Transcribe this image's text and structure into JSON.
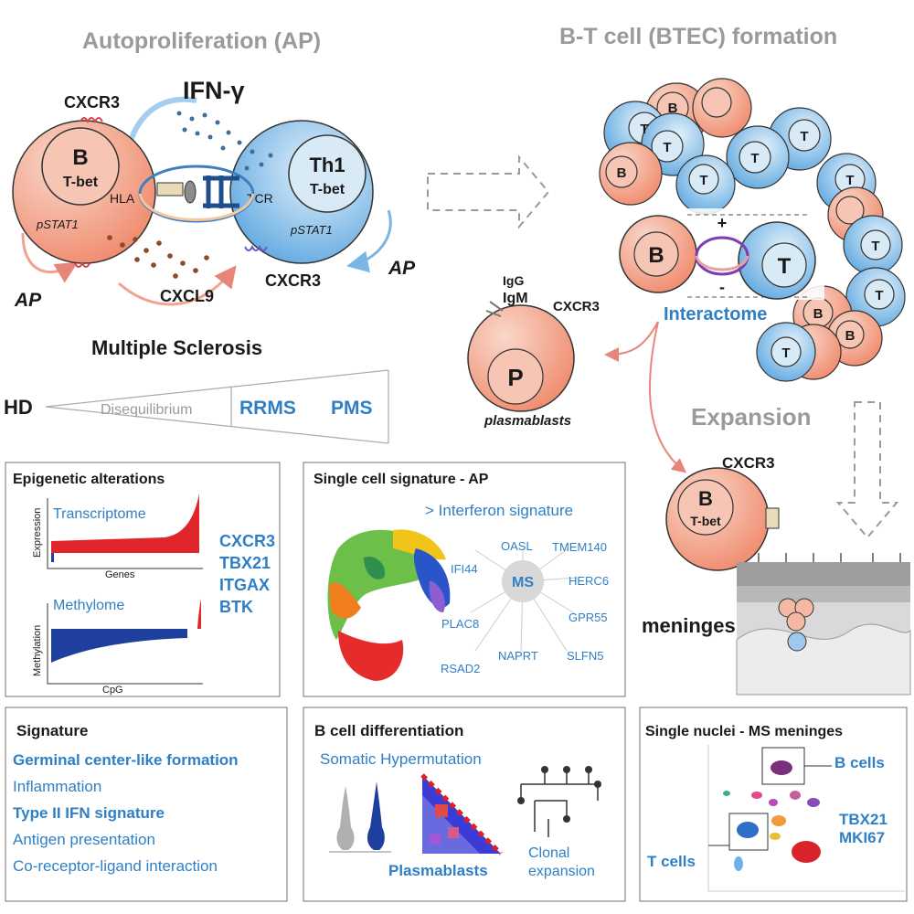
{
  "titles": {
    "ap": "Autoproliferation (AP)",
    "btec": "B-T cell (BTEC) formation",
    "expansion": "Expansion"
  },
  "ap_panel": {
    "ifn": "IFN-γ",
    "cxcr3_b": "CXCR3",
    "cxcr3_th1": "CXCR3",
    "cxcl9": "CXCL9",
    "b_label": "B",
    "b_tbet": "T-bet",
    "b_pstat": "pSTAT1",
    "hla": "HLA",
    "tcr": "TCR",
    "th1_label": "Th1",
    "th1_tbet": "T-bet",
    "th1_pstat": "pSTAT1",
    "ap_left": "AP",
    "ap_right": "AP"
  },
  "ms": {
    "title": "Multiple Sclerosis",
    "hd": "HD",
    "disequilibrium": "Disequilibrium",
    "rrms": "RRMS",
    "pms": "PMS"
  },
  "btec_panel": {
    "interactome": "Interactome",
    "plus": "+",
    "minus": "-",
    "b": "B",
    "t": "T",
    "cluster_b": "B",
    "cluster_t": "T"
  },
  "plasma": {
    "igg": "IgG",
    "igm": "IgM",
    "cxcr3": "CXCR3",
    "p": "P",
    "label": "plasmablasts"
  },
  "expansion_panel": {
    "cxcr3": "CXCR3",
    "b": "B",
    "tbet": "T-bet",
    "meninges": "meninges"
  },
  "epigenetic": {
    "title": "Epigenetic alterations",
    "transcriptome": "Transcriptome",
    "methylome": "Methylome",
    "y1": "Expression",
    "x1": "Genes",
    "y2": "Methylation",
    "x2": "CpG",
    "genes": [
      "CXCR3",
      "TBX21",
      "ITGAX",
      "BTK"
    ]
  },
  "single_cell": {
    "title": "Single cell signature - AP",
    "subtitle": "> Interferon signature",
    "center": "MS",
    "genes": [
      "IFI44",
      "OASL",
      "TMEM140",
      "HERC6",
      "GPR55",
      "SLFN5",
      "NAPRT",
      "RSAD2",
      "PLAC8"
    ]
  },
  "signature": {
    "title": "Signature",
    "items": [
      {
        "text": "Germinal center-like formation",
        "bold": true
      },
      {
        "text": "Inflammation",
        "bold": false
      },
      {
        "text": "Type II IFN signature",
        "bold": true
      },
      {
        "text": "Antigen presentation",
        "bold": false
      },
      {
        "text": "Co-receptor-ligand interaction",
        "bold": false
      }
    ]
  },
  "bcell": {
    "title": "B cell differentiation",
    "shm": "Somatic Hypermutation",
    "plasmablasts": "Plasmablasts",
    "clonal1": "Clonal",
    "clonal2": "expansion"
  },
  "nuclei": {
    "title": "Single nuclei - MS meninges",
    "bcells": "B cells",
    "tcells": "T cells",
    "tbx21": "TBX21",
    "mki67": "MKI67"
  },
  "colors": {
    "blue_text": "#2f7fc6",
    "grey_title": "#9a9a9a",
    "b_cell": "#f4b8a4",
    "t_cell": "#9ec8ec",
    "red_bar": "#e0262a",
    "blue_bar": "#1f3f9e"
  }
}
